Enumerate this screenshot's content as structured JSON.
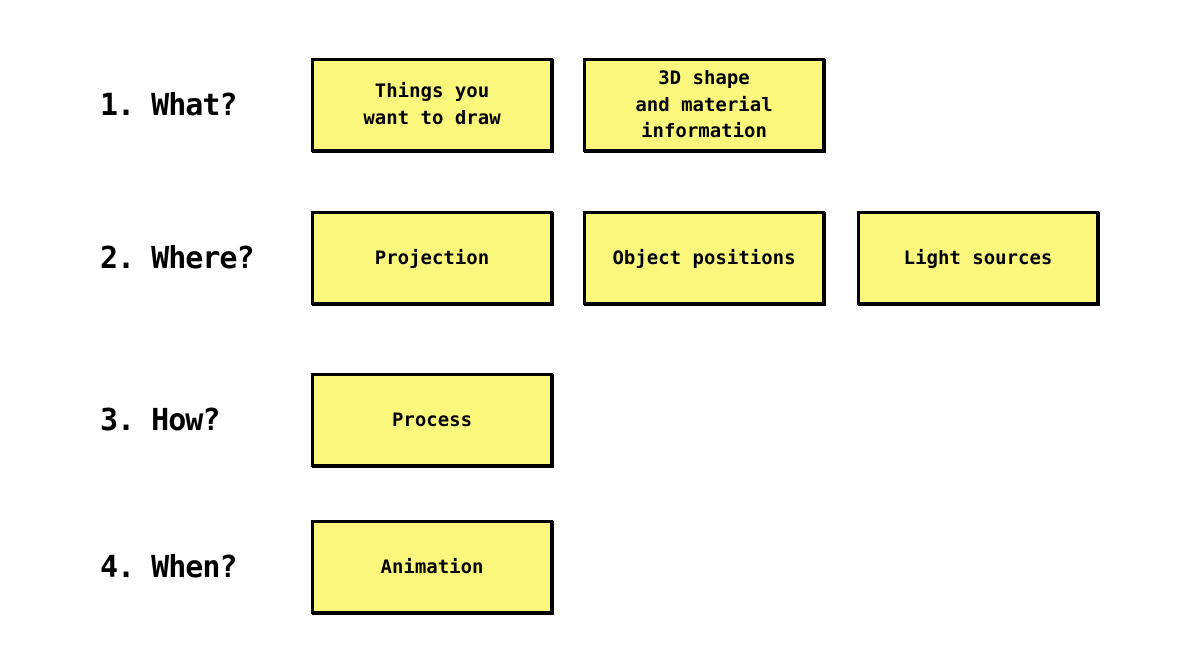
{
  "colors": {
    "background": "#FFFFFF",
    "box_fill": "#FBF77D",
    "box_border": "#000000",
    "text": "#000000"
  },
  "rows": [
    {
      "label": "1. What?",
      "boxes": [
        {
          "text": "Things you\nwant to draw"
        },
        {
          "text": "3D shape\nand material\ninformation"
        }
      ]
    },
    {
      "label": "2. Where?",
      "boxes": [
        {
          "text": "Projection"
        },
        {
          "text": "Object positions"
        },
        {
          "text": "Light sources"
        }
      ]
    },
    {
      "label": "3. How?",
      "boxes": [
        {
          "text": "Process"
        }
      ]
    },
    {
      "label": "4. When?",
      "boxes": [
        {
          "text": "Animation"
        }
      ]
    }
  ]
}
